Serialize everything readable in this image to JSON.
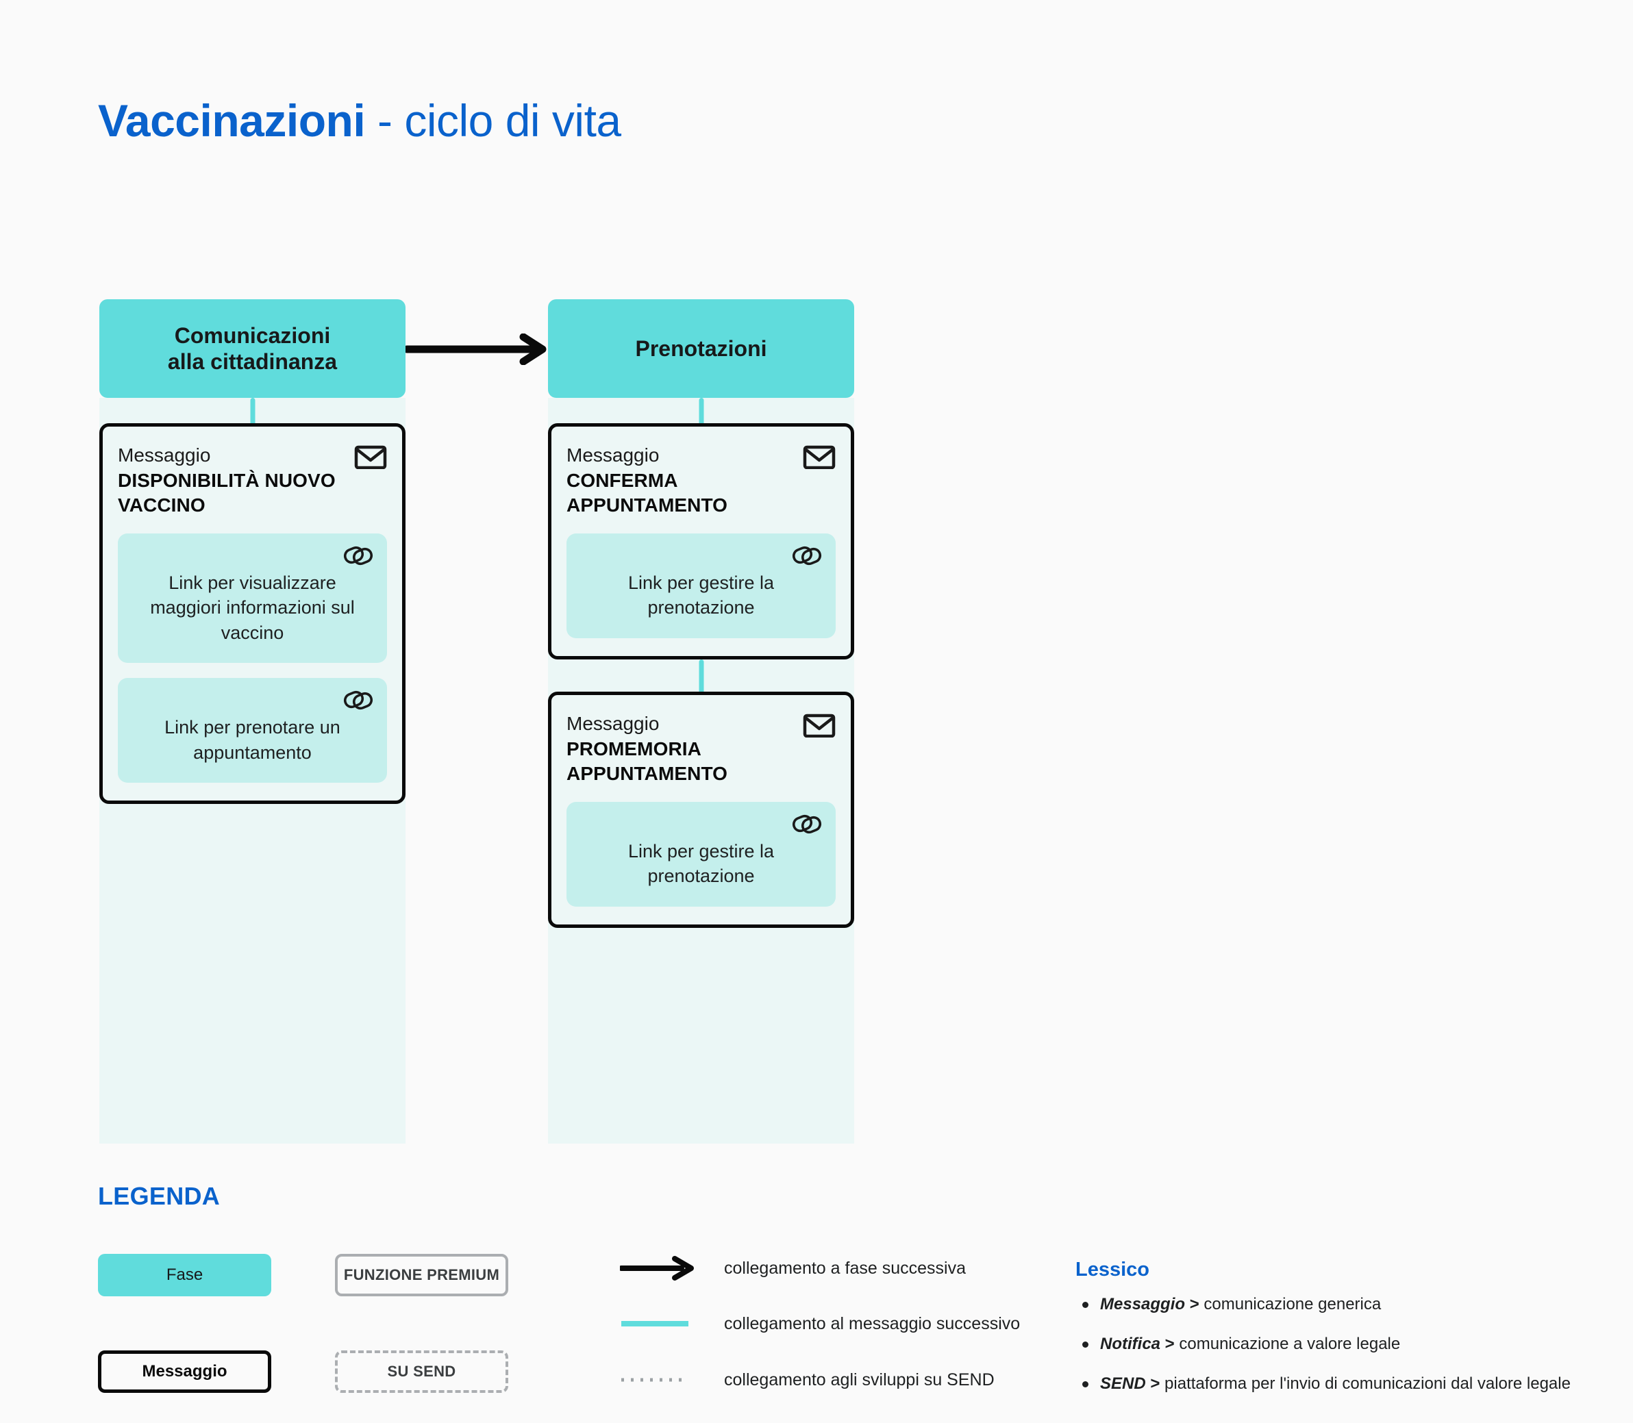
{
  "title": {
    "strong": "Vaccinazioni",
    "light": " - ciclo di vita"
  },
  "colors": {
    "accent_blue": "#0A62CC",
    "phase_turquoise": "#60DCDC",
    "phase_body": "#EBF7F6",
    "message_card_bg": "#EDF7F6",
    "link_card_bg": "#C4EFEC",
    "border_black": "#0A0A0A",
    "connector_line": "#5FDCDC",
    "page_background": "#FAFAFA",
    "legend_gray": "#ABAEB1"
  },
  "flow": {
    "phases": [
      {
        "name": "Comunicazioni alla cittadinanza",
        "label_line_1": "Comunicazioni",
        "label_line_2": "alla cittadinanza",
        "messages": [
          {
            "kind": "Messaggio",
            "title": "DISPONIBILITÀ NUOVO VACCINO",
            "icon": "envelope-icon",
            "links": [
              {
                "text": "Link per visualizzare maggiori informazioni sul vaccino",
                "icon": "chain-link-icon"
              },
              {
                "text": "Link per prenotare un appuntamento",
                "icon": "chain-link-icon"
              }
            ]
          }
        ]
      },
      {
        "name": "Prenotazioni",
        "label_line_1": "Prenotazioni",
        "label_line_2": "",
        "messages": [
          {
            "kind": "Messaggio",
            "title": "CONFERMA APPUNTAMENTO",
            "icon": "envelope-icon",
            "links": [
              {
                "text": "Link per gestire la prenotazione",
                "icon": "chain-link-icon"
              }
            ]
          },
          {
            "kind": "Messaggio",
            "title": "PROMEMORIA APPUNTAMENTO",
            "icon": "envelope-icon",
            "links": [
              {
                "text": "Link per gestire la prenotazione",
                "icon": "chain-link-icon"
              }
            ]
          }
        ]
      }
    ],
    "phase_arrow": {
      "icon": "arrow-right-icon",
      "from": "Comunicazioni alla cittadinanza",
      "to": "Prenotazioni"
    }
  },
  "legend": {
    "title": "LEGENDA",
    "swatches": [
      {
        "label": "Fase",
        "style": "filled-turquoise"
      },
      {
        "label": "FUNZIONE PREMIUM",
        "style": "solid-gray-outline"
      },
      {
        "label": "Messaggio",
        "style": "solid-black-outline"
      },
      {
        "label": "SU SEND",
        "style": "dashed-gray-outline"
      }
    ],
    "connections": [
      {
        "glyph": "arrow-right-icon",
        "label": "collegamento a fase successiva"
      },
      {
        "glyph": "turquoise-line-icon",
        "label": "collegamento al messaggio successivo"
      },
      {
        "glyph": "dotted-line-icon",
        "label": "collegamento agli sviluppi su SEND"
      }
    ]
  },
  "lessico": {
    "title": "Lessico",
    "items": [
      {
        "term": "Messaggio",
        "sep": " > ",
        "definition": "comunicazione generica"
      },
      {
        "term": "Notifica",
        "sep": " > ",
        "definition": "comunicazione a valore legale"
      },
      {
        "term": "SEND",
        "sep": " > ",
        "definition": "piattaforma per  l'invio di comunicazioni dal valore legale"
      }
    ]
  }
}
